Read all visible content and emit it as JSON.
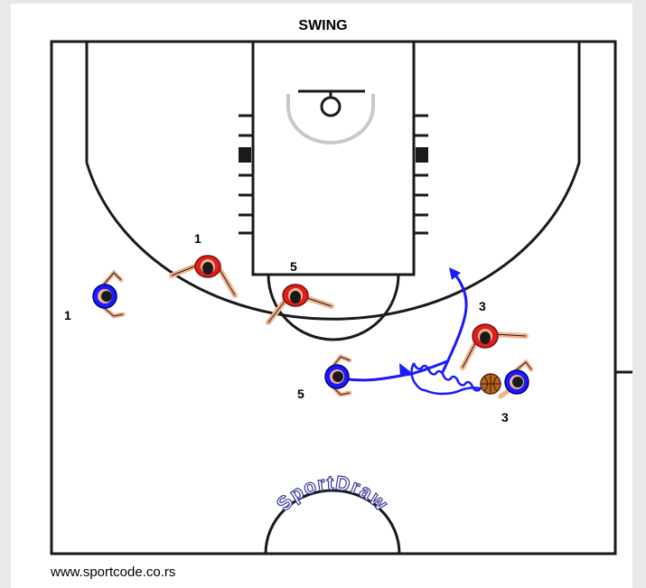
{
  "title": "SWING",
  "footer": "www.sportcode.co.rs",
  "watermark": "SportDraw",
  "colors": {
    "offense": "#1a1aff",
    "defense": "#e0201a",
    "skin": "#f2b38e",
    "court_line": "#1a1a1a",
    "rim_arc": "#c8c8c8",
    "ball": "#b5651d",
    "watermark": "#3a3a9a"
  },
  "players": [
    {
      "team": "defense",
      "label": "1"
    },
    {
      "team": "defense",
      "label": "5"
    },
    {
      "team": "defense",
      "label": "3"
    },
    {
      "team": "offense",
      "label": "1"
    },
    {
      "team": "offense",
      "label": "5"
    },
    {
      "team": "offense",
      "label": "3",
      "has_ball": true
    }
  ]
}
